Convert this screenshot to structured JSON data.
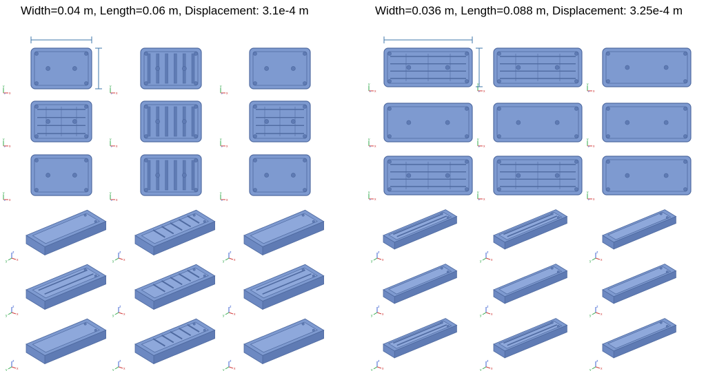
{
  "panels": [
    {
      "title": "Width=0.04 m, Length=0.06 m, Displacement: 3.1e-4 m",
      "top_views": [
        [
          "two-holes",
          "vertical-ribs",
          "two-holes"
        ],
        [
          "horizontal-ribs",
          "vertical-ribs",
          "horizontal-ribs"
        ],
        [
          "two-holes",
          "vertical-ribs",
          "two-holes"
        ]
      ],
      "iso_views": [
        [
          "plain",
          "diagonal-ribs",
          "plain"
        ],
        [
          "ribbed",
          "diagonal-ribs",
          "ribbed"
        ],
        [
          "plain",
          "diagonal-ribs",
          "plain"
        ]
      ]
    },
    {
      "title": "Width=0.036 m, Length=0.088 m, Displacement: 3.25e-4 m",
      "top_views": [
        [
          "horizontal-ribs",
          "horizontal-ribs",
          "two-holes"
        ],
        [
          "two-holes",
          "two-holes",
          "two-holes"
        ],
        [
          "horizontal-ribs",
          "horizontal-ribs",
          "two-holes"
        ]
      ],
      "iso_views": [
        [
          "ribbed",
          "ribbed",
          "plain"
        ],
        [
          "plain",
          "plain",
          "plain"
        ],
        [
          "ribbed",
          "ribbed",
          "plain"
        ]
      ]
    }
  ],
  "colors": {
    "part_fill": "#7e9ad0",
    "part_edge": "#4f6aa0",
    "part_dark": "#5f7bb4",
    "dimension_line": "#3e74a8",
    "axis_x": "#d03a3a",
    "axis_y": "#2fa84a",
    "axis_z": "#3a5fd0"
  },
  "axis_labels": {
    "x": "x",
    "y": "y",
    "z": "z"
  }
}
